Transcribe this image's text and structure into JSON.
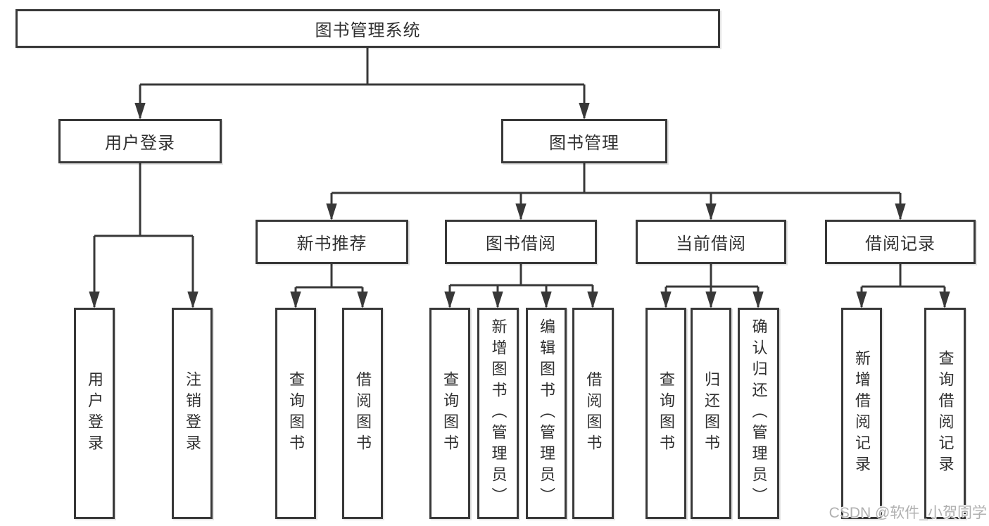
{
  "diagram": {
    "root": {
      "label": "图书管理系统"
    },
    "branches": [
      {
        "label": "用户登录",
        "leaves": [
          "用户登录",
          "注销登录"
        ]
      },
      {
        "label": "图书管理",
        "sections": [
          {
            "label": "新书推荐",
            "leaves": [
              "查询图书",
              "借阅图书"
            ]
          },
          {
            "label": "图书借阅",
            "leaves": [
              "查询图书",
              "新增图书（管理员）",
              "编辑图书（管理员）",
              "借阅图书"
            ]
          },
          {
            "label": "当前借阅",
            "leaves": [
              "查询图书",
              "归还图书",
              "确认归还（管理员）"
            ]
          },
          {
            "label": "借阅记录",
            "leaves": [
              "新增借阅记录",
              "查询借阅记录"
            ]
          }
        ]
      }
    ]
  },
  "watermark": {
    "text": "CSDN @软件_小贺同学"
  },
  "colors": {
    "line": "#383838",
    "box_border": "#383838",
    "box_fill": "#ffffff",
    "text": "#303030",
    "watermark": "#b0b0b0"
  }
}
